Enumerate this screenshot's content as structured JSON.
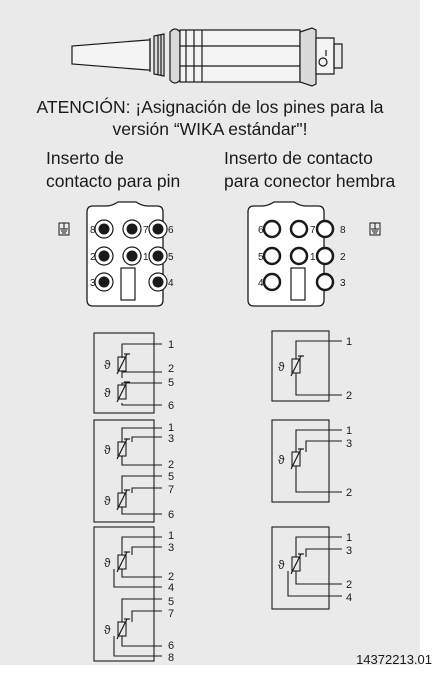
{
  "warning": {
    "line1": "ATENCIÓN: ¡Asignación de los pines para la",
    "line2": "versión “WIKA estándar\"!"
  },
  "pin_insert": {
    "label_line1": "Inserto de",
    "label_line2": "contacto para pin",
    "pins": [
      "8",
      "7",
      "6",
      "2",
      "1",
      "5",
      "3",
      "4"
    ]
  },
  "socket_insert": {
    "label_line1": "Inserto de contacto",
    "label_line2": "para conector hembra",
    "pins": [
      "6",
      "7",
      "8",
      "5",
      "1",
      "2",
      "4",
      "3"
    ]
  },
  "ground_symbol": "⏚",
  "theta_symbol": "ϑ",
  "left_diagrams": [
    {
      "labels": [
        "1",
        "2",
        "5",
        "6"
      ]
    },
    {
      "labels": [
        "1",
        "3",
        "2",
        "5",
        "7",
        "6"
      ]
    },
    {
      "labels": [
        "1",
        "3",
        "2",
        "4",
        "5",
        "7",
        "6",
        "8"
      ]
    }
  ],
  "right_diagrams": [
    {
      "labels": [
        "1",
        "2"
      ]
    },
    {
      "labels": [
        "1",
        "3",
        "2"
      ]
    },
    {
      "labels": [
        "1",
        "3",
        "2",
        "4"
      ]
    }
  ],
  "drawing_code": "14372213.01",
  "colors": {
    "background": "#eaeaeb",
    "line": "#1a1a1a"
  }
}
